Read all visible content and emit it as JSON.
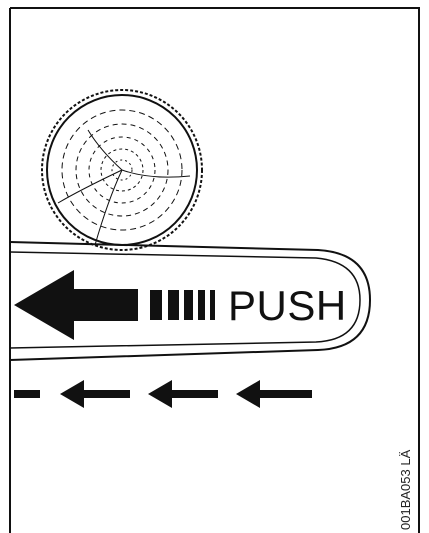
{
  "diagram": {
    "push_label": "PUSH",
    "figure_code": "001BA053 LÄ",
    "icons": [
      "log-cross-section-icon",
      "guide-bar-outline",
      "push-direction-arrow-icon",
      "chain-direction-arrow-icon"
    ],
    "colors": {
      "ink": "#111111",
      "background": "#ffffff"
    }
  }
}
